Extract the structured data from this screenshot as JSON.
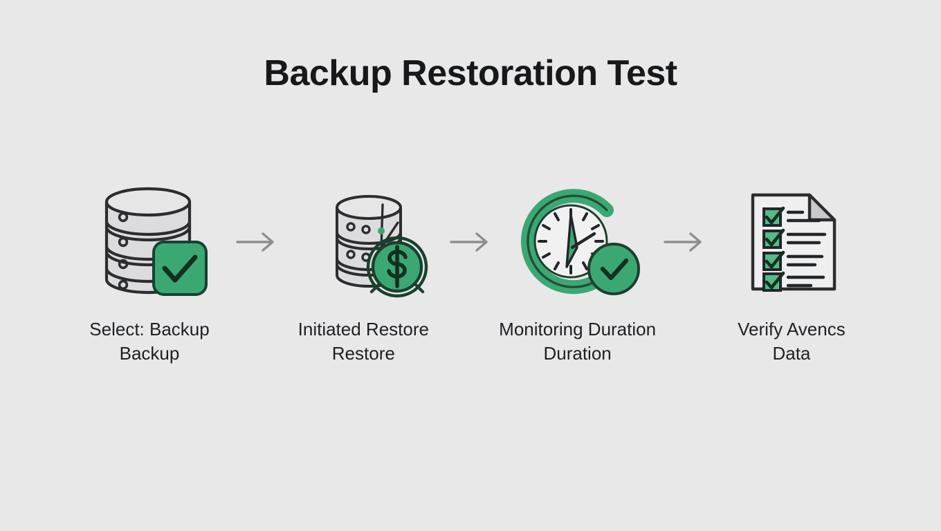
{
  "page": {
    "title": "Backup Restoration Test",
    "background_color": "#e8e8e9",
    "title_color": "#16181a",
    "caption_color": "#1d2023"
  },
  "palette": {
    "green": "#3ba873",
    "green_dark": "#19412f",
    "green_light": "#55bb87",
    "outline": "#2b2d2f",
    "metal_light": "#e3e3e4",
    "metal_mid": "#d5d5d7",
    "metal_dark": "#c6c6c8",
    "arrow_gray": "#8d8d8d",
    "paper": "#efefef"
  },
  "flow": {
    "arrow_label": "arrow-right",
    "steps": [
      {
        "id": "select-backup",
        "icon": "database-check-icon",
        "caption_line1": "Select: Backup",
        "caption_line2": "Backup"
      },
      {
        "id": "initiated-restore",
        "icon": "database-dollar-icon",
        "caption_line1": "Initiated Restore",
        "caption_line2": "Restore"
      },
      {
        "id": "monitoring-duration",
        "icon": "clock-check-icon",
        "caption_line1": "Monitoring Duration",
        "caption_line2": "Duration"
      },
      {
        "id": "verify-data",
        "icon": "checklist-document-icon",
        "caption_line1": "Verify Avencs",
        "caption_line2": "Data"
      }
    ]
  }
}
